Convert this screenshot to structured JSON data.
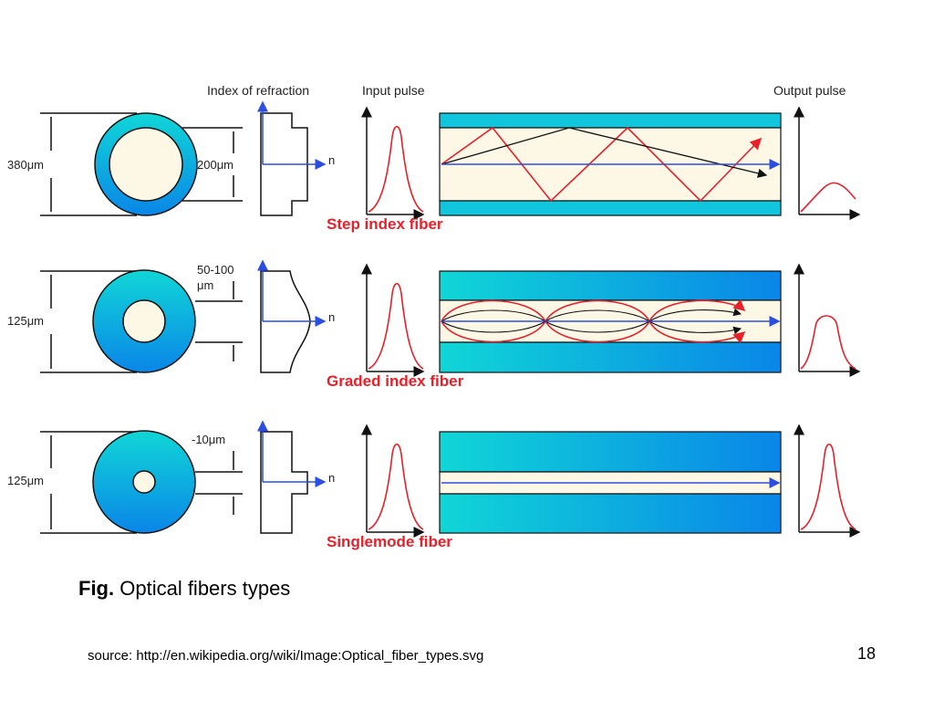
{
  "headers": {
    "index_of_refraction": "Index of refraction",
    "input_pulse": "Input pulse",
    "output_pulse": "Output pulse"
  },
  "fibers": [
    {
      "title": "Step index fiber",
      "outer_dim": "380μm",
      "core_dim": "200μm"
    },
    {
      "title": "Graded index fiber",
      "outer_dim": "125μm",
      "core_dim_line1": "50-100",
      "core_dim_line2": "μm"
    },
    {
      "title": "Singlemode fiber",
      "outer_dim": "125μm",
      "core_dim": "-10μm"
    }
  ],
  "axis_symbol": "n",
  "caption": {
    "prefix": "Fig.",
    "text": "Optical fibers types"
  },
  "source": "source: http://en.wikipedia.org/wiki/Image:Optical_fiber_types.svg",
  "page_number": "18",
  "colors": {
    "cladding_light": "#0cd4d8",
    "cladding_dark": "#0a8be6",
    "core": "#fdf8e6",
    "ray": "#e8202a",
    "axis": "#2b4de0"
  }
}
